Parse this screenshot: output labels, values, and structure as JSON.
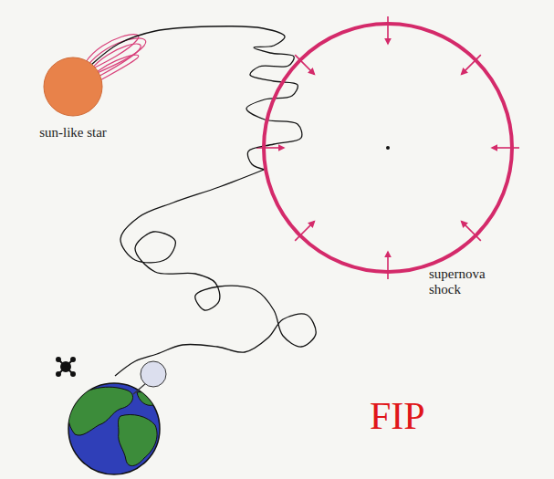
{
  "diagram": {
    "nodes": [
      {
        "text": [
          "sun-like star"
        ]
      },
      {
        "text": [
          "supernova shock"
        ]
      }
    ],
    "edges": [
      {
        "from": 0,
        "to": 1,
        "arrow": "none"
      }
    ],
    "labels": [
      "FIP"
    ]
  }
}
